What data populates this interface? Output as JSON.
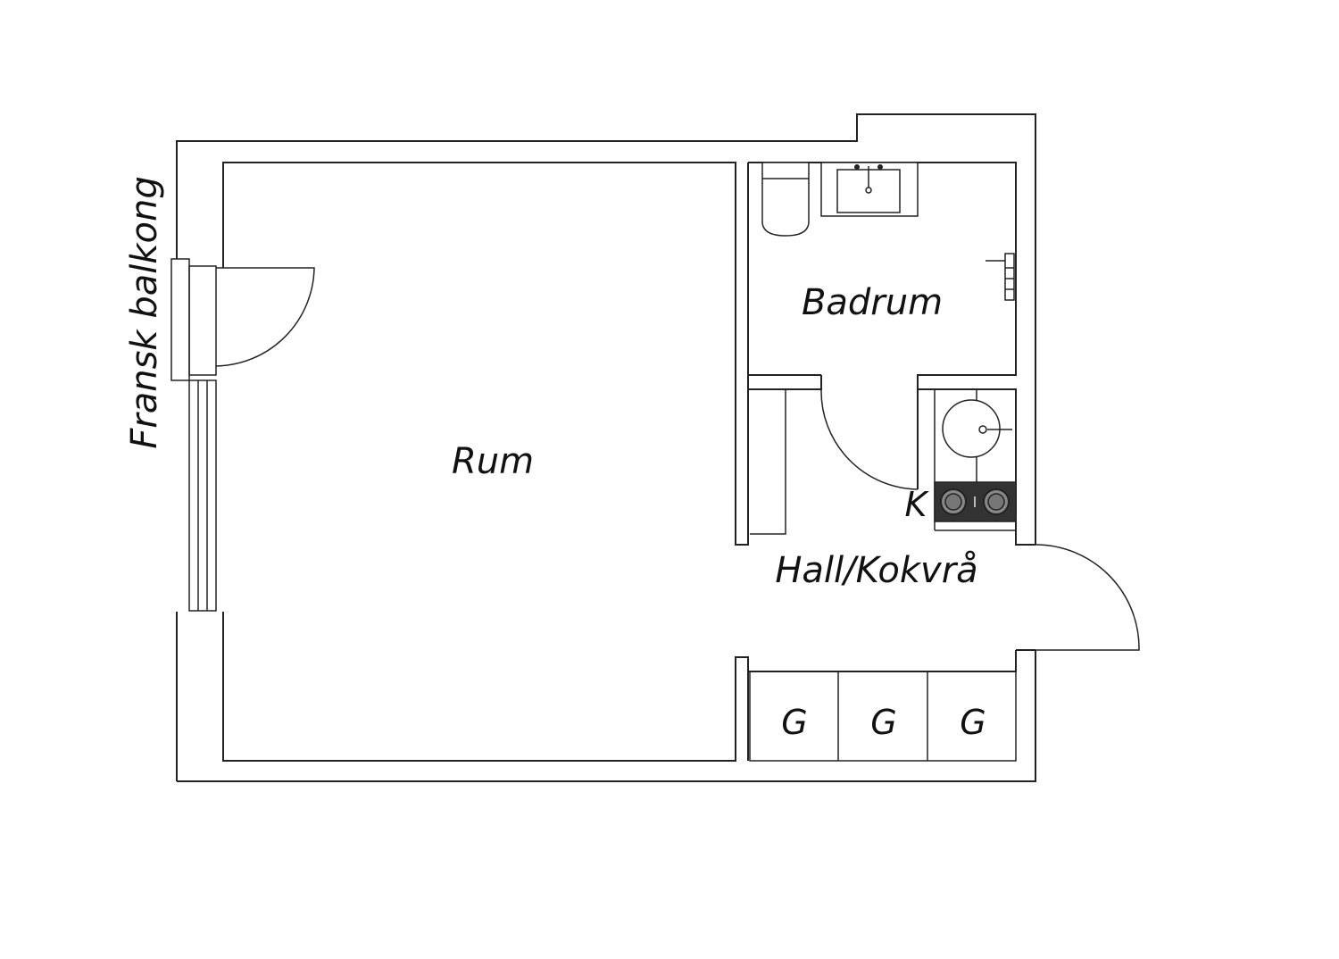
{
  "rooms": {
    "rum": "Rum",
    "badrum": "Badrum",
    "hall": "Hall/Kokvrå",
    "balcony": "Fransk balkong",
    "kitchen": "K",
    "closets": [
      "G",
      "G",
      "G"
    ]
  },
  "colors": {
    "line": "#222222",
    "stove": "#333333",
    "background": "#ffffff"
  },
  "icons": [
    "toilet-icon",
    "sink-icon",
    "towel-rail-icon",
    "kitchen-sink-icon",
    "stove-icon",
    "door-swing-icon"
  ]
}
